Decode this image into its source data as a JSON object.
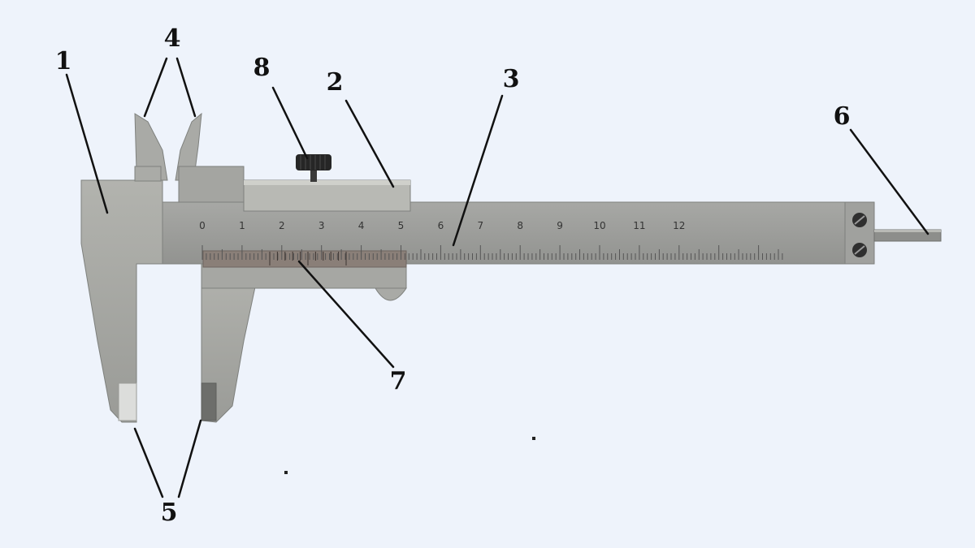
{
  "diagram": {
    "callouts": [
      "1",
      "2",
      "3",
      "4",
      "5",
      "6",
      "7",
      "8"
    ],
    "main_scale": {
      "labels": [
        "0",
        "1",
        "2",
        "3",
        "4",
        "5",
        "6",
        "7",
        "8",
        "9",
        "10",
        "11",
        "12"
      ]
    }
  },
  "colors": {
    "background": "#eef3fb",
    "metal": "#9c9d9a",
    "metal_dark": "#7e807d",
    "vernier": "#8a7f78",
    "screw": "#2a2a2a",
    "leader_line": "#111111"
  }
}
